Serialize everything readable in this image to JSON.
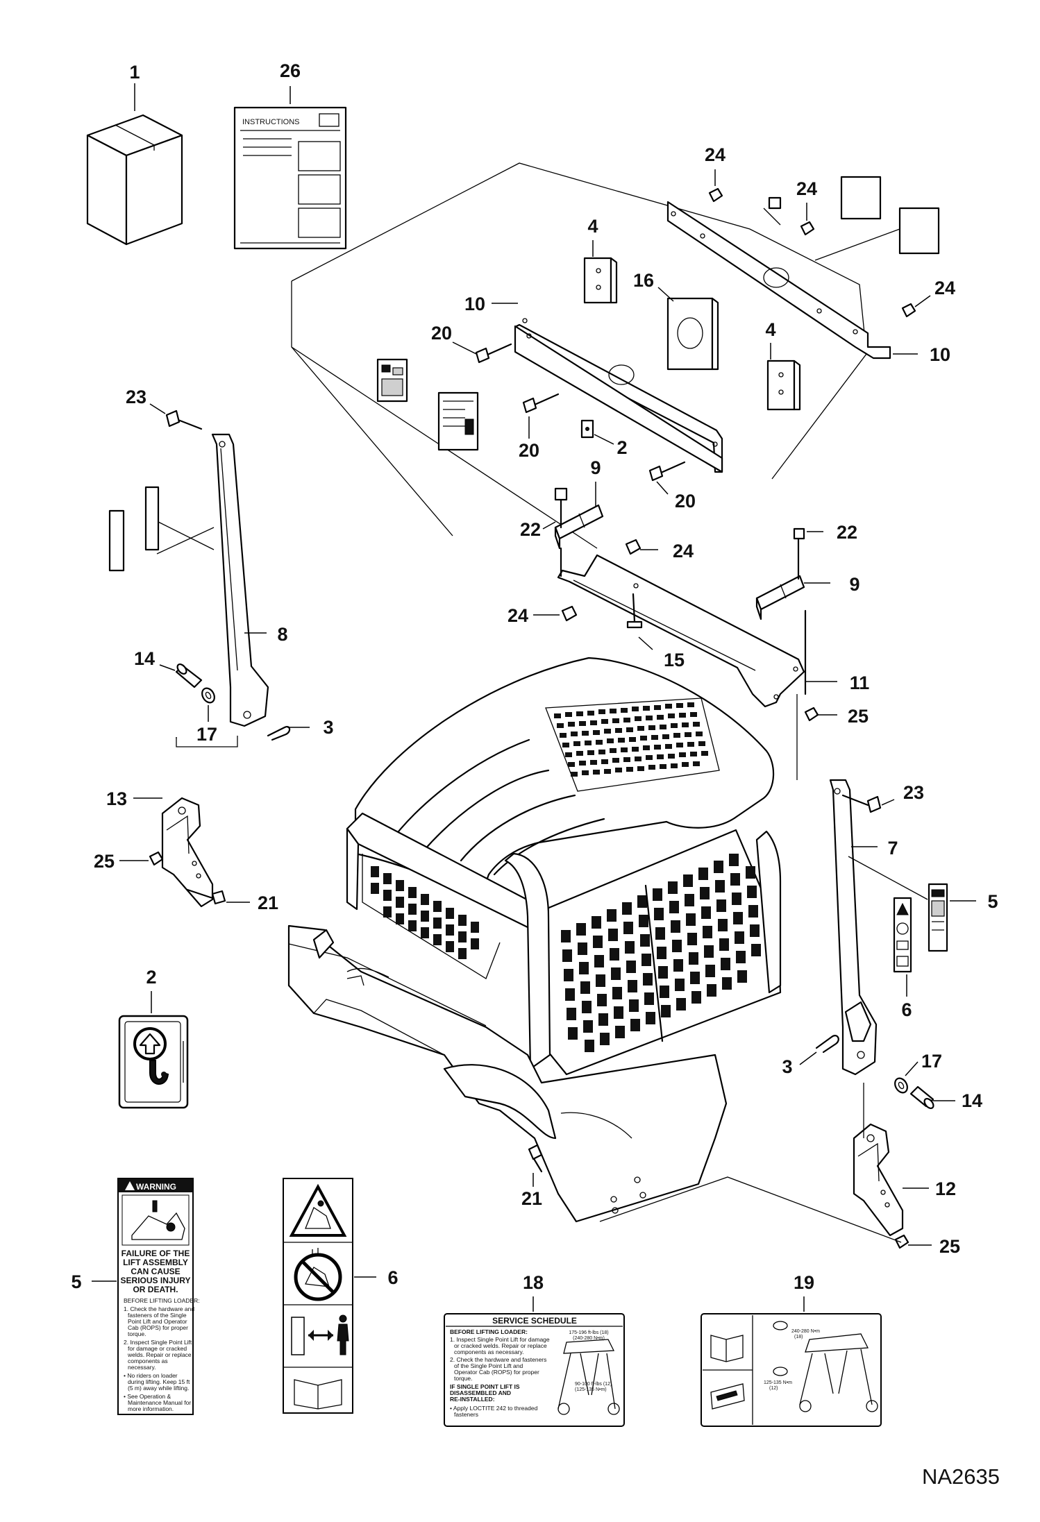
{
  "figure_code": "NA2635",
  "callouts": [
    {
      "id": "c1",
      "label": "1"
    },
    {
      "id": "c26",
      "label": "26"
    },
    {
      "id": "c24a",
      "label": "24"
    },
    {
      "id": "c24b",
      "label": "24"
    },
    {
      "id": "c24c",
      "label": "24"
    },
    {
      "id": "c4a",
      "label": "4"
    },
    {
      "id": "c16",
      "label": "16"
    },
    {
      "id": "c10a",
      "label": "10"
    },
    {
      "id": "c10b",
      "label": "10"
    },
    {
      "id": "c20a",
      "label": "20"
    },
    {
      "id": "c20b",
      "label": "20"
    },
    {
      "id": "c20c",
      "label": "20"
    },
    {
      "id": "c4b",
      "label": "4"
    },
    {
      "id": "c2a",
      "label": "2"
    },
    {
      "id": "c23a",
      "label": "23"
    },
    {
      "id": "c9a",
      "label": "9"
    },
    {
      "id": "c22a",
      "label": "22"
    },
    {
      "id": "c22b",
      "label": "22"
    },
    {
      "id": "c24d",
      "label": "24"
    },
    {
      "id": "c9b",
      "label": "9"
    },
    {
      "id": "c24e",
      "label": "24"
    },
    {
      "id": "c8",
      "label": "8"
    },
    {
      "id": "c14a",
      "label": "14"
    },
    {
      "id": "c15",
      "label": "15"
    },
    {
      "id": "c11",
      "label": "11"
    },
    {
      "id": "c25a",
      "label": "25"
    },
    {
      "id": "c17a",
      "label": "17"
    },
    {
      "id": "c3a",
      "label": "3"
    },
    {
      "id": "c13",
      "label": "13"
    },
    {
      "id": "c23b",
      "label": "23"
    },
    {
      "id": "c7",
      "label": "7"
    },
    {
      "id": "c25b",
      "label": "25"
    },
    {
      "id": "c21a",
      "label": "21"
    },
    {
      "id": "c5a",
      "label": "5"
    },
    {
      "id": "c6a",
      "label": "6"
    },
    {
      "id": "c2b",
      "label": "2"
    },
    {
      "id": "c3b",
      "label": "3"
    },
    {
      "id": "c17b",
      "label": "17"
    },
    {
      "id": "c14b",
      "label": "14"
    },
    {
      "id": "c21b",
      "label": "21"
    },
    {
      "id": "c12",
      "label": "12"
    },
    {
      "id": "c25c",
      "label": "25"
    },
    {
      "id": "c5b",
      "label": "5"
    },
    {
      "id": "c6b",
      "label": "6"
    },
    {
      "id": "c18",
      "label": "18"
    },
    {
      "id": "c19",
      "label": "19"
    }
  ],
  "instructions_decal": {
    "heading": "INSTRUCTIONS"
  },
  "decal_5": {
    "header": "WARNING",
    "hazard": [
      "FAILURE OF THE",
      "LIFT ASSEMBLY",
      "CAN CAUSE",
      "SERIOUS INJURY",
      "OR DEATH."
    ],
    "subhead": "BEFORE LIFTING LOADER:",
    "steps": [
      "1.  Check the hardware and",
      "fasteners of the Single",
      "Point Lift and Operator",
      "Cab (ROPS) for proper",
      "torque.",
      "2.  Inspect Single Point Lift",
      "for damage or cracked",
      "welds. Repair or replace",
      "components as",
      "necessary.",
      "•  No riders on loader",
      "during lifting. Keep 15 ft",
      "(5 m) away while lifting.",
      "•  See Operation &",
      "Maintenance Manual for",
      "more information."
    ]
  },
  "decal_18": {
    "title": "SERVICE SCHEDULE",
    "subhead": "BEFORE LIFTING LOADER:",
    "lines": [
      "1.  Inspect Single Point Lift for damage",
      "or cracked welds. Repair or replace",
      "components as necessary.",
      "2.  Check the hardware and fasteners",
      "of the Single Point Lift and",
      "Operator Cab (ROPS) for proper",
      "torque."
    ],
    "reinstall": [
      "IF SINGLE POINT LIFT IS",
      "DISASSEMBLED AND",
      "RE-INSTALLED:"
    ],
    "apply": [
      "•  Apply LOCTITE 242 to threaded",
      "fasteners"
    ],
    "torque_top": [
      "175-196 ft-lbs (18)",
      "(240-280 N•m)"
    ],
    "torque_bottom": [
      "90-100 ft-lbs (12)",
      "(125-135 N•m)"
    ]
  },
  "decal_19": {
    "torque_top": [
      "240-280 N•m",
      "(18)"
    ],
    "torque_bottom": [
      "125-135 N•m",
      "(12)"
    ]
  }
}
